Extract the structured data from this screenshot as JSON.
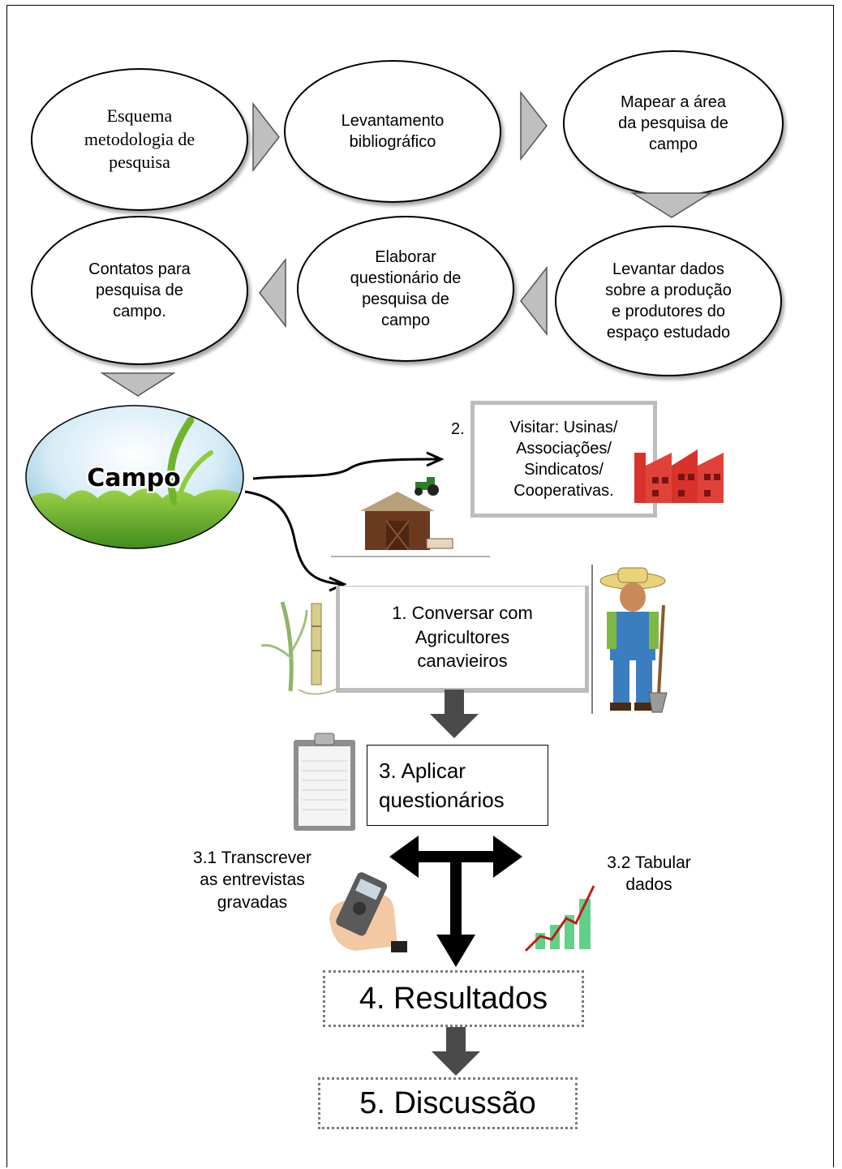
{
  "ovals": {
    "o1": [
      "Esquema",
      "metodologia de",
      "pesquisa"
    ],
    "o2": [
      "Levantamento",
      "bibliográfico"
    ],
    "o3": [
      "Mapear a área",
      "da pesquisa de",
      "campo"
    ],
    "o4": [
      "Levantar dados",
      "sobre a produção",
      "e produtores do",
      "espaço estudado"
    ],
    "o5": [
      "Elaborar",
      "questionário de",
      "pesquisa de",
      "campo"
    ],
    "o6": [
      "Contatos para",
      "pesquisa de",
      "campo."
    ]
  },
  "campo": {
    "label": "Campo"
  },
  "visit": {
    "number": "2.",
    "lines": [
      "Visitar: Usinas/",
      "Associações/",
      "Sindicatos/",
      "Cooperativas."
    ]
  },
  "conversar": {
    "lines": [
      "1. Conversar com",
      "Agricultores",
      "canavieiros"
    ]
  },
  "aplicar": {
    "lines": [
      "3.  Aplicar",
      "questionários"
    ]
  },
  "transcrever": {
    "lines": [
      "3.1  Transcrever",
      "as entrevistas",
      "gravadas"
    ]
  },
  "tabular": {
    "lines": [
      "3.2  Tabular",
      "dados"
    ]
  },
  "resultados": {
    "label": "4. Resultados"
  },
  "discussao": {
    "label": "5. Discussão"
  },
  "colors": {
    "arrow_dark": "#4a4a4a",
    "triangle_fill": "#bfbfbf",
    "dotted_border": "#7a7a7a"
  }
}
